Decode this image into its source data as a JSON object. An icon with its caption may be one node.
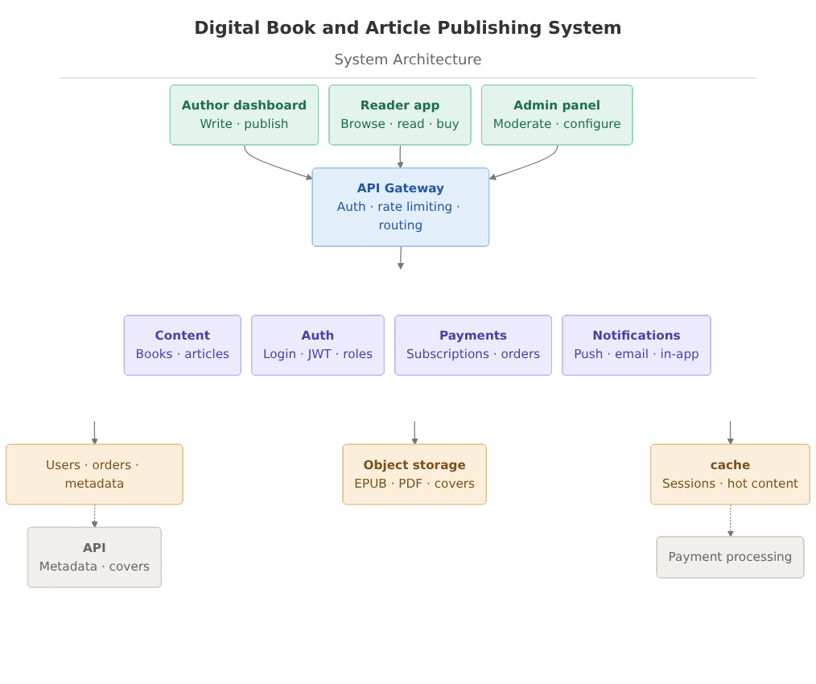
{
  "diagram": {
    "title": "Digital Book and Article Publishing System",
    "nodes": [
      {
        "text": [
          "Author dashboard",
          "Write · publish"
        ]
      },
      {
        "text": [
          "Reader app",
          "Browse · read · buy"
        ]
      },
      {
        "text": [
          "Admin panel",
          "Moderate · configure"
        ]
      },
      {
        "text": [
          "API Gateway",
          "Auth · rate limiting · routing"
        ]
      },
      {
        "text": [
          "Content",
          "Books · articles"
        ]
      },
      {
        "text": [
          "Auth",
          "Login · JWT · roles"
        ]
      },
      {
        "text": [
          "Payments",
          "Subscriptions · orders"
        ]
      },
      {
        "text": [
          "Notifications",
          "Push · email · in-app"
        ]
      },
      {
        "text": [
          "Users · orders · metadata"
        ]
      },
      {
        "text": [
          "Object storage",
          "EPUB · PDF · covers"
        ]
      },
      {
        "text": [
          "cache",
          "Sessions · hot content"
        ]
      },
      {
        "text": [
          "API",
          "Metadata · covers"
        ]
      },
      {
        "text": [
          "Payment processing"
        ]
      }
    ],
    "edges": [
      {
        "from": 0,
        "to": 3,
        "arrow": "to"
      },
      {
        "from": 1,
        "to": 3,
        "arrow": "to"
      },
      {
        "from": 2,
        "to": 3,
        "arrow": "to"
      },
      {
        "from": 3,
        "to": null,
        "arrow": "to"
      },
      {
        "from": null,
        "to": 8,
        "arrow": "to"
      },
      {
        "from": null,
        "to": 9,
        "arrow": "to"
      },
      {
        "from": null,
        "to": 10,
        "arrow": "to"
      },
      {
        "from": 8,
        "to": 11,
        "arrow": "to",
        "style": "dashed"
      },
      {
        "from": 10,
        "to": 12,
        "arrow": "to",
        "style": "dashed"
      }
    ],
    "labels": [
      "System Architecture"
    ]
  }
}
